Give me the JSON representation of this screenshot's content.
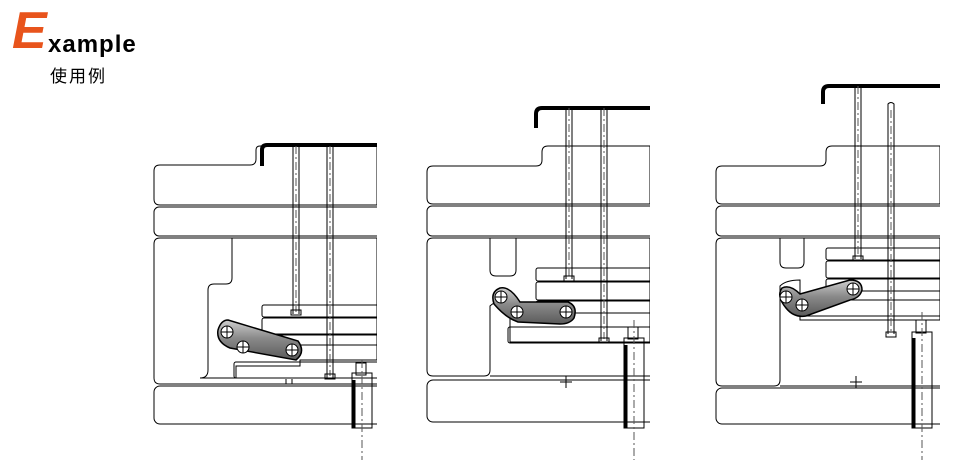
{
  "header": {
    "initial": "E",
    "rest": "xample",
    "subtitle": "使用例"
  },
  "colors": {
    "accent": "#e8541c",
    "line": "#000000",
    "link_fill": "#8a8a8a",
    "link_highlight": "#c8c8c8",
    "guide_line": "#555555"
  },
  "illustrations": [
    {
      "name": "stage-1-closed"
    },
    {
      "name": "stage-2-mid"
    },
    {
      "name": "stage-3-ejected"
    }
  ]
}
